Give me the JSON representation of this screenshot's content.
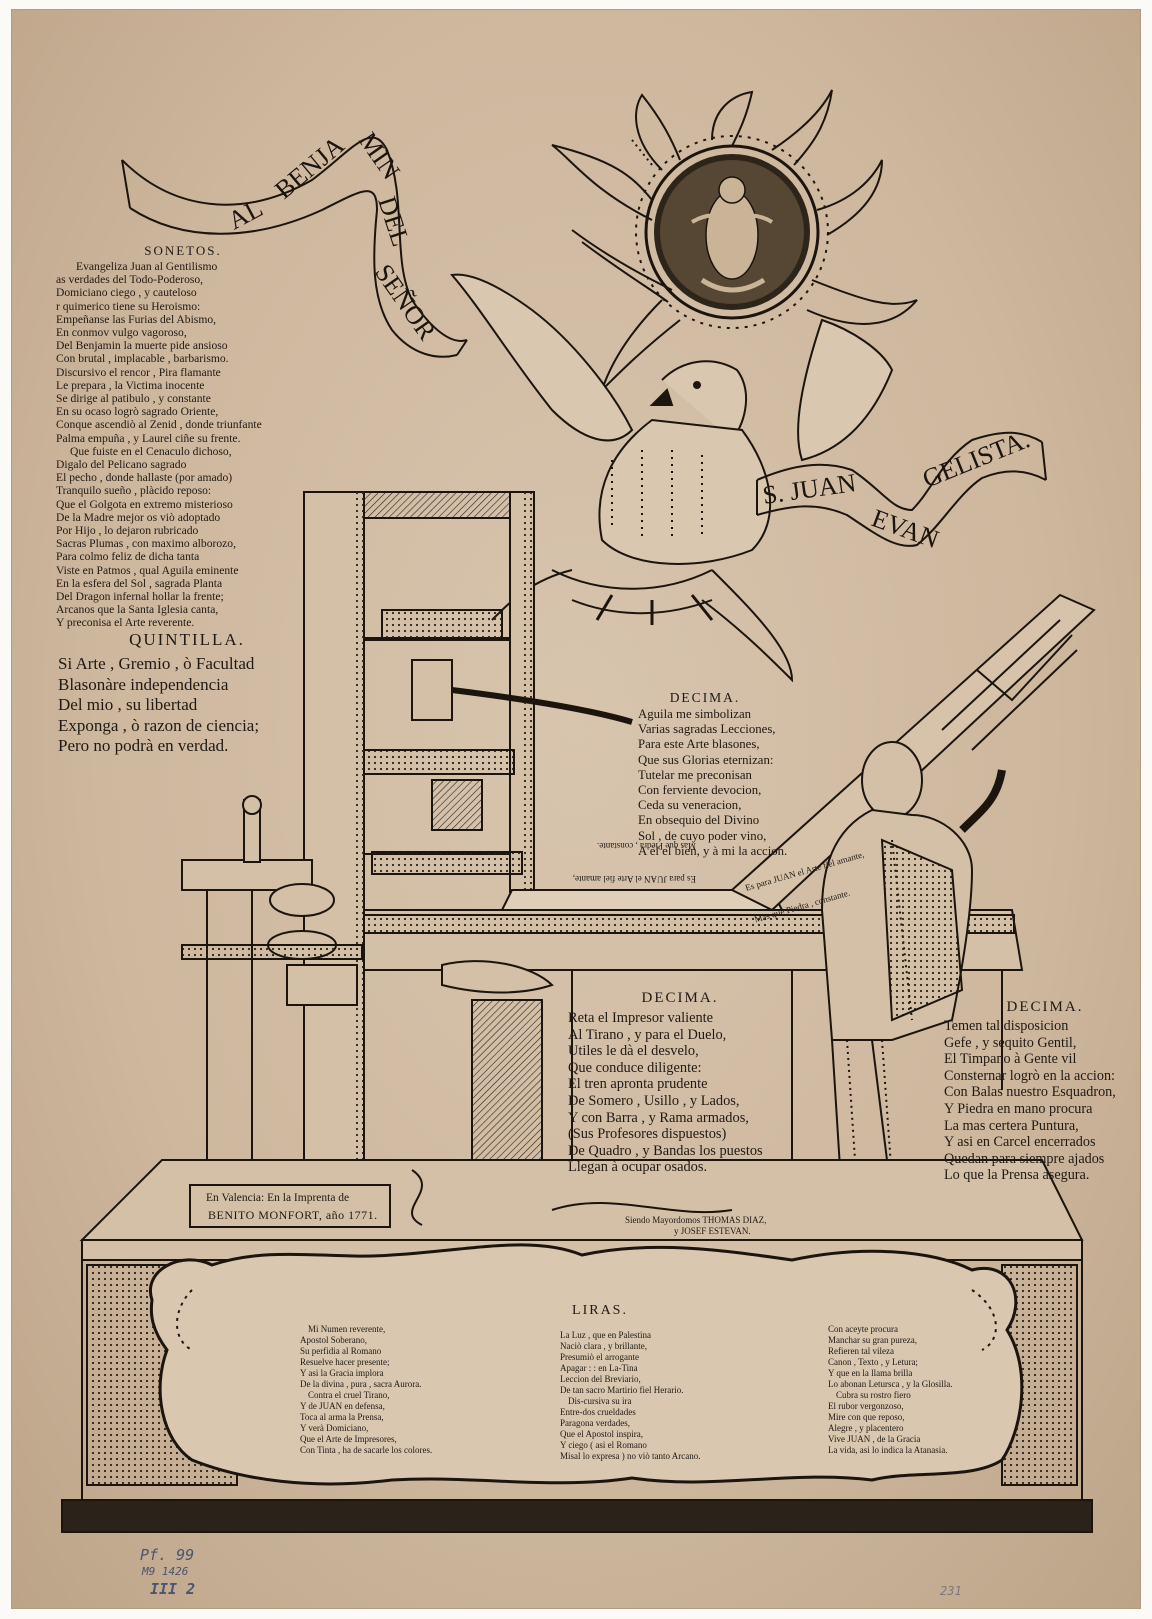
{
  "ribbon_top": [
    "AL",
    "BENJA",
    "MIN",
    "DEL",
    "SEÑOR"
  ],
  "ribbon_right": [
    "S. JUAN",
    "EVAN",
    "GELISTA."
  ],
  "sonetos": {
    "title": "SONETOS.",
    "lines": [
      "Evangeliza Juan al Gentilismo",
      "as verdades del Todo-Poderoso,",
      "Domiciano ciego , y cauteloso",
      "r quimerico tiene su Heroismo:",
      "Empeñanse las Furias del Abismo,",
      "En conmov    vulgo vagoroso,",
      "Del Benjamin la muerte pide ansioso",
      "Con brutal , implacable , barbarismo.",
      "Discursivo el rencor , Pira flamante",
      "Le prepara , la Victima inocente",
      "Se dirige al patibulo , y constante",
      "En su ocaso logrò sagrado Oriente,",
      "Conque ascendiò al Zenid , donde triunfante",
      "Palma empuña , y Laurel ciñe su frente.",
      "Que fuiste en el Cenaculo dichoso,",
      "Digalo del Pelicano sagrado",
      "El pecho , donde hallaste (por amado)",
      "Tranquilo sueño , plàcido reposo:",
      "Que el Golgota en extremo misterioso",
      "De la Madre mejor os viò adoptado",
      "Por Hijo , lo dejaron rubricado",
      "Sacras Plumas , con maximo alborozo,",
      "Para colmo feliz de dicha tanta",
      "Viste en Patmos , qual Aguila eminente",
      "En la esfera del Sol , sagrada Planta",
      "Del Dragon infernal hollar la frente;",
      "Arcanos que la Santa Iglesia canta,",
      "Y preconisa el Arte reverente."
    ]
  },
  "quintilla": {
    "title": "QUINTILLA.",
    "lines": [
      "Si Arte , Gremio , ò Facultad",
      "Blasonàre independencia",
      "Del mio , su libertad",
      "Exponga , ò razon de ciencia;",
      "Pero no podrà en verdad."
    ]
  },
  "decima_1": {
    "title": "DECIMA.",
    "lines": [
      "Aguila me simbolizan",
      "Varias sagradas Lecciones,",
      "Para este Arte blasones,",
      "Que sus Glorias eternizan:",
      "Tutelar me preconisan",
      "Con ferviente devocion,",
      "Ceda su veneracion,",
      "En obsequio del Divino",
      "Sol , de cuyo poder vino,",
      "A èl el bien, y à mi la accion."
    ]
  },
  "decima_2": {
    "title": "DECIMA.",
    "lines": [
      "Reta el Impresor valiente",
      "Al Tirano , y para el Duelo,",
      "Utiles le dà el desvelo,",
      "Que conduce diligente:",
      "El tren apronta prudente",
      "De Somero , Usillo , y Lados,",
      "Y con Barra , y Rama armados,",
      "(Sus Profesores dispuestos)",
      "De Quadro , y Bandas los puestos",
      "Llegan à ocupar osados."
    ]
  },
  "decima_3": {
    "title": "DECIMA.",
    "lines": [
      "Temen tal disposicion",
      "Gefe , y sequito Gentil,",
      "El Timpano à Gente vil",
      "Consternar logrò en la accion:",
      "Con Balas nuestro Esquadron,",
      "Y Piedra en mano procura",
      "La mas certera Puntura,",
      "Y asi en Carcel encerrados",
      "Quedan para siempre ajados",
      "Lo que la Prensa asegura."
    ]
  },
  "imprint": {
    "line1": "En Valencia: En la Imprenta de",
    "line2": "BENITO MONFORT, año 1771."
  },
  "mayordomos": {
    "line1": "Siendo Mayordomos THOMAS DIAZ,",
    "line2": "y JOSEF ESTEVAN."
  },
  "frisket_inverted": {
    "line1": "Es para JUAN el Arte fiel amante,",
    "line2": "Mas que Piedra , constante."
  },
  "tympan_text": {
    "line1": "Es para JUAN el Arte fiel amante,",
    "line2": "Mas que Piedra , constante."
  },
  "liras": {
    "title": "LIRAS.",
    "col1": [
      "Mi Numen reverente,",
      "Apostol Soberano,",
      "Su perfidia al Romano",
      "Resuelve hacer presente;",
      "Y asi la Gracia implora",
      "De la divina , pura , sacra Aurora.",
      "Contra el cruel Tirano,",
      "Y de JUAN en defensa,",
      "Toca al arma la Prensa,",
      "Y verà Domiciano,",
      "Que el Arte de Impresores,",
      "Con Tinta , ha de sacarle los colores."
    ],
    "col2": [
      "La Luz , que en Palestina",
      "Naciò clara , y brillante,",
      "Presumiò el arrogante",
      "Apagar : : en La-Tina",
      "Leccion del Breviario,",
      "De tan sacro Martirio fiel Herario.",
      "Dis-cursiva su ira",
      "Entre-dos crueldades",
      "Paragona verdades,",
      "Que el Apostol inspira,",
      "Y ciego ( asi el Romano",
      "Misal lo expresa ) no viò tanto Arcano."
    ],
    "col3": [
      "Con aceyte procura",
      "Manchar su gran pureza,",
      "Refieren tal vileza",
      "Canon , Texto , y Letura;",
      "Y que en la llama brilla",
      "Lo abonan Letursca , y la Glosilla.",
      "Cubra su rostro fiero",
      "El rubor vergonzoso,",
      "Mire con que reposo,",
      "Alegre , y placentero",
      "Vive JUAN , de la Gracia",
      "La vida, asi lo indica la Atanasia."
    ]
  },
  "handwritten": {
    "mark1": "Pf. 99",
    "mark2": "M9 1426",
    "mark3": "III 2",
    "corner": "231"
  },
  "colors": {
    "paper": "#cdb79d",
    "ink": "#1f1a14",
    "pencil": "#4a5570"
  }
}
